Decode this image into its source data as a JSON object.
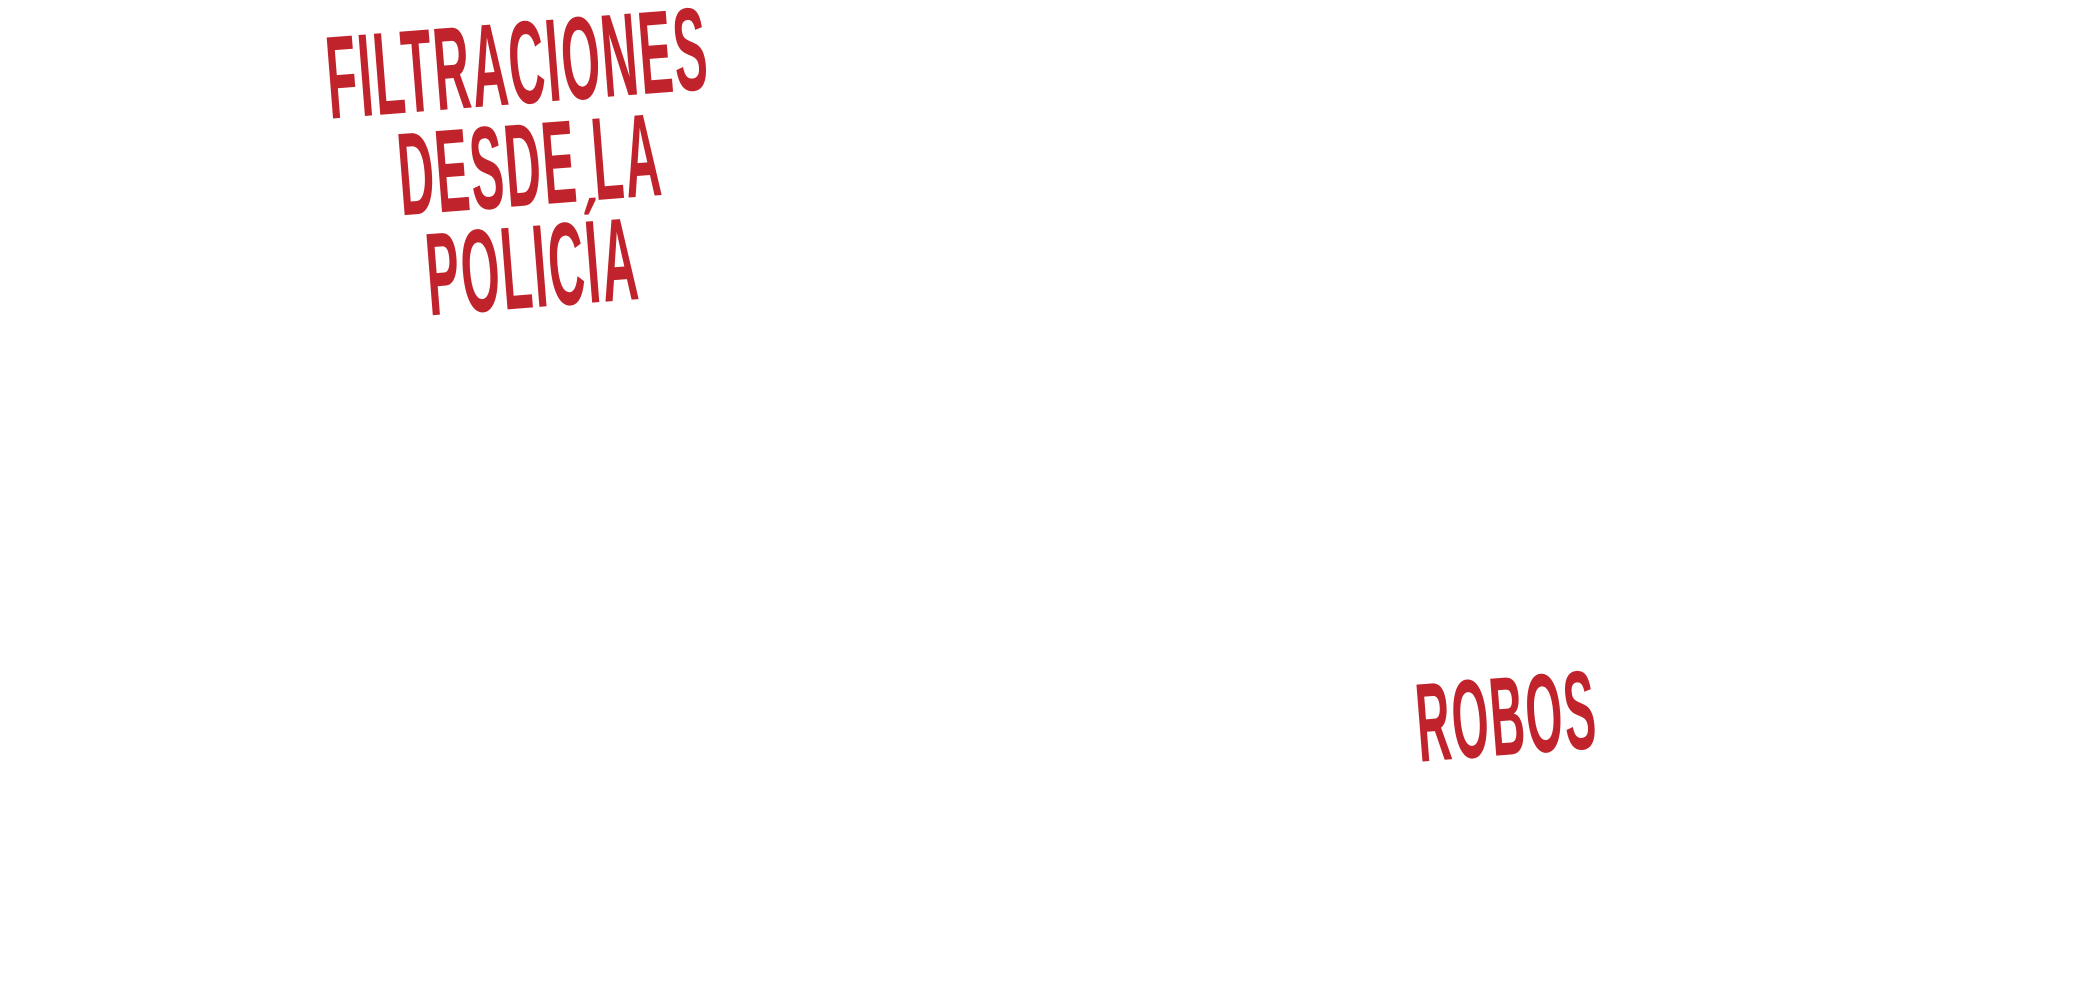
{
  "title": {
    "line1": "FILTRACIONES",
    "line2": "DESDE LA",
    "line3": "POLICÍA"
  },
  "label": {
    "text": "ROBOS"
  },
  "colors": {
    "accent": "#c0232b",
    "background": "#ffffff"
  }
}
